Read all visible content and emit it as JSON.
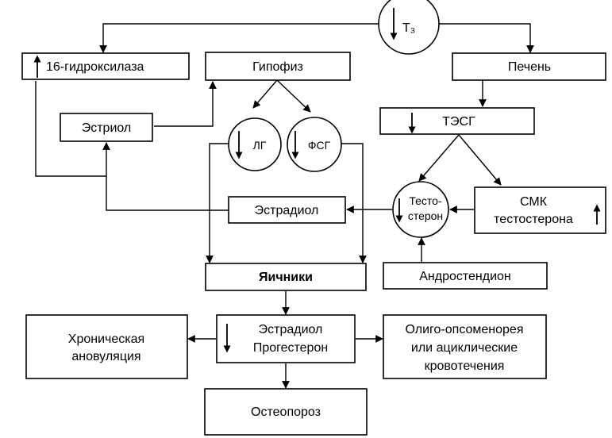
{
  "nodes": {
    "t3": "T₃",
    "hydroxylase": "16-гидроксилаза",
    "pituitary": "Гипофиз",
    "liver": "Печень",
    "estriol": "Эстриол",
    "lh": "ЛГ",
    "fsh": "ФСГ",
    "shbg": "ТЭСГ",
    "estradiol": "Эстрадиол",
    "testosterone": [
      "Тесто-",
      "стерон"
    ],
    "free_testosterone": [
      "СМК",
      "тестостерона"
    ],
    "androstenedione": "Андростендион",
    "ovaries": "Яичники",
    "estradiol_progesterone": [
      "Эстрадиол",
      "Прогестерон"
    ],
    "anovulation": [
      "Хроническая",
      "ановуляция"
    ],
    "oligomenorrhea": [
      "Олиго-опсоменорея",
      "или ациклические",
      "кровотечения"
    ],
    "osteoporosis": "Остеопороз"
  },
  "indicators": {
    "up": "increase-arrow",
    "down": "decrease-arrow"
  }
}
